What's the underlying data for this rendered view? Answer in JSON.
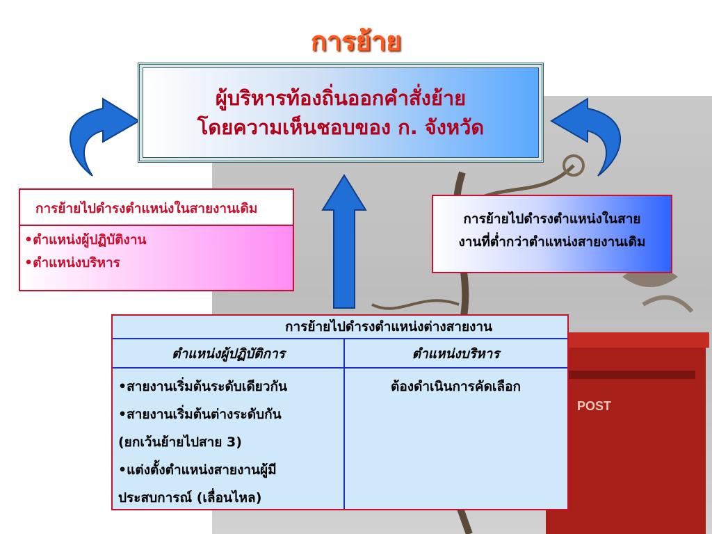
{
  "title": "การย้าย",
  "main_box": {
    "line1": "ผู้บริหารท้องถิ่นออกคำสั่งย้าย",
    "line2": "โดยความเห็นชอบของ ก. จังหวัด"
  },
  "left_box": {
    "header": "การย้ายไปดำรงตำแหน่งในสายงานเดิม",
    "items": [
      "•ตำแหน่งผู้ปฏิบัติงาน",
      "•ตำแหน่งบริหาร"
    ]
  },
  "right_box": {
    "line1": "การย้ายไปดำรงตำแหน่งในสาย",
    "line2": "งานที่ต่ำกว่าตำแหน่งสายงานเดิม"
  },
  "table": {
    "header": "การย้ายไปดำรงตำแหน่งต่างสายงาน",
    "col_left": "ตำแหน่งผู้ปฏิบัติการ",
    "col_right": "ตำแหน่งบริหาร",
    "left_items": [
      "•สายงานเริ่มต้นระดับเดียวกัน",
      "•สายงานเริ่มต้นต่างระดับกัน",
      "(ยกเว้นย้ายไปสาย 3)",
      "•แต่งตั้งตำแหน่งสายงานผู้มี",
      "ประสบการณ์ (เลื่อนไหล)"
    ],
    "right_text": "ต้องดำเนินการคัดเลือก"
  },
  "decor": {
    "postbox_label": "POST"
  },
  "colors": {
    "title": "#ff5a1f",
    "main_text": "#b0001a",
    "border_red": "#c8102e",
    "table_bg": "#cfe9fb",
    "arrow_blue": "#1f6fd6"
  }
}
